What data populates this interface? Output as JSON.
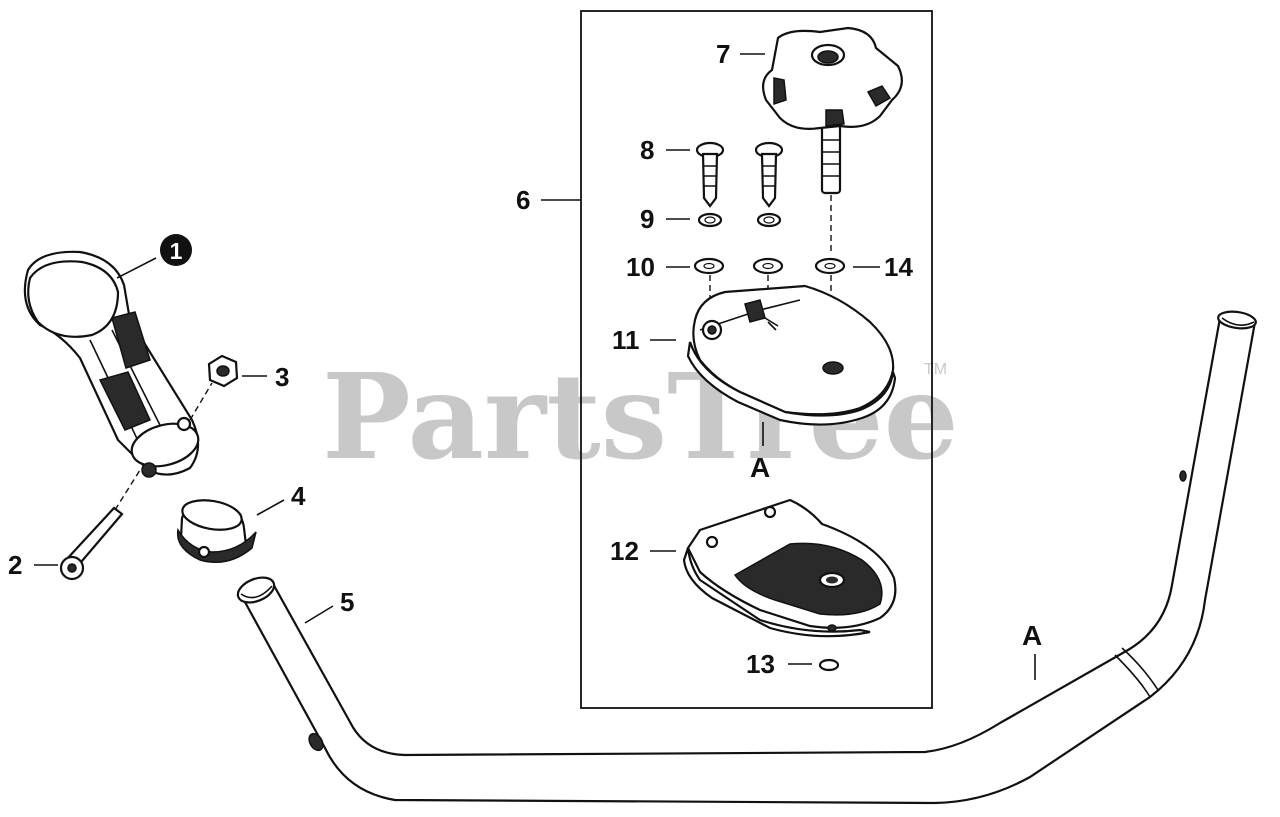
{
  "watermark": {
    "text": "PartsTree",
    "trademark": "TM"
  },
  "callouts": {
    "c1": "1",
    "c2": "2",
    "c3": "3",
    "c4": "4",
    "c5": "5",
    "c6": "6",
    "c7": "7",
    "c8": "8",
    "c9": "9",
    "c10": "10",
    "c11": "11",
    "c12": "12",
    "c13": "13",
    "c14": "14"
  },
  "connectors": {
    "upper": "A",
    "lower": "A"
  },
  "colors": {
    "line": "#111111",
    "watermark": "#c8c8c8",
    "background": "#ffffff"
  }
}
